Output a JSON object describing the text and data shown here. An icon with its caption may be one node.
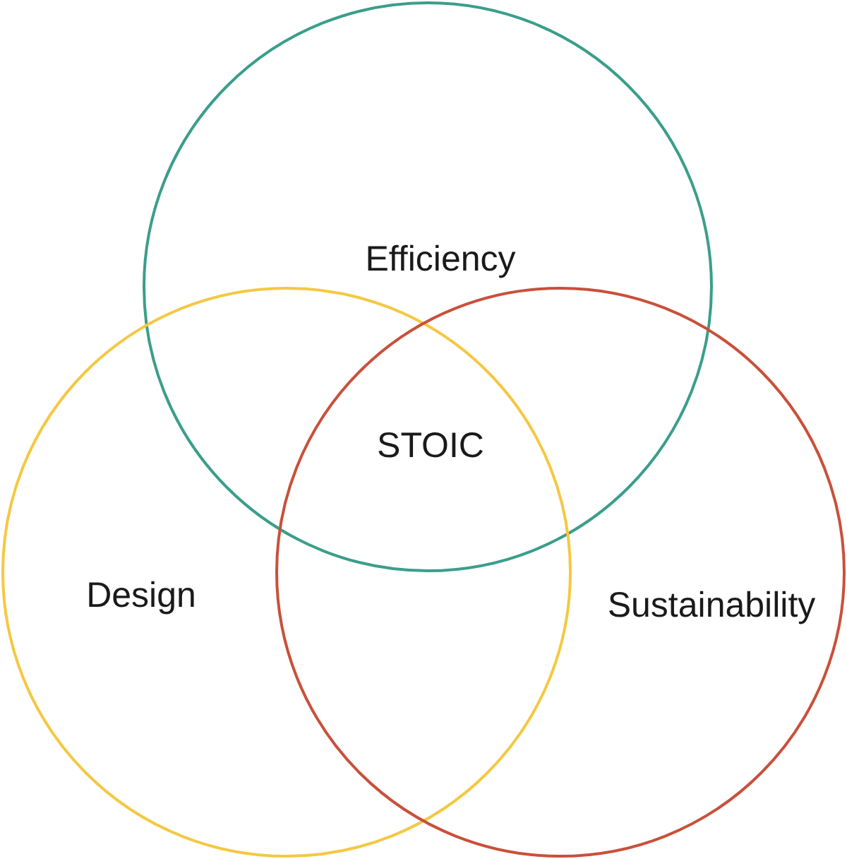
{
  "diagram": {
    "nodes": [
      {
        "text": [
          "Efficiency"
        ]
      },
      {
        "text": [
          "Design"
        ]
      },
      {
        "text": [
          "Sustainability"
        ]
      }
    ],
    "labels": [
      "STOIC"
    ]
  }
}
